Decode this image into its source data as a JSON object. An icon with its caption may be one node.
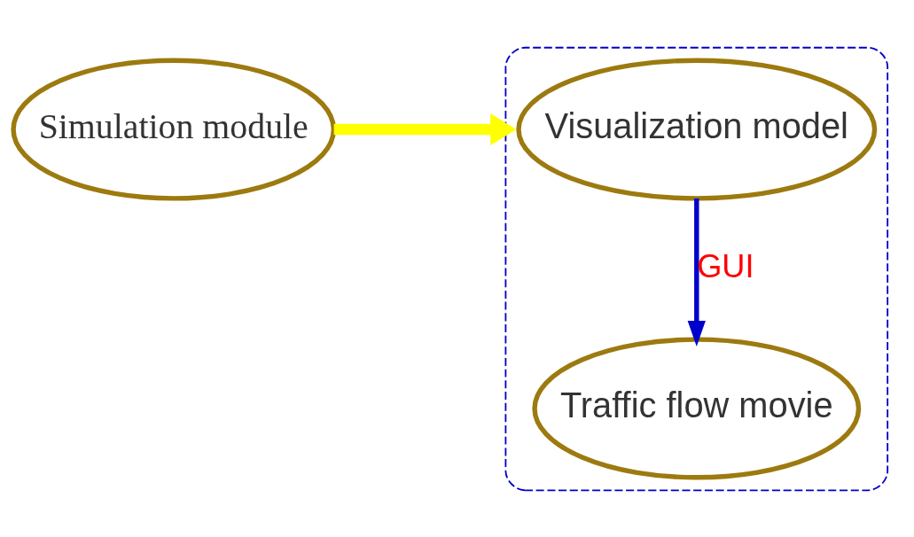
{
  "diagram": {
    "nodes": [
      {
        "text": [
          "Simulation module"
        ]
      },
      {
        "text": [],
        "shape": "box"
      },
      {
        "text": [
          "Visualization model"
        ],
        "in": 1
      },
      {
        "text": [
          "Traffic flow movie"
        ],
        "in": 1
      }
    ],
    "edges": [
      {
        "from": 0,
        "to": 1,
        "arrow": "to",
        "style": "thick",
        "color": "#ffff00"
      },
      {
        "from": 2,
        "to": 3,
        "arrow": "to",
        "label": "GUI",
        "color": "#0000cc"
      }
    ]
  }
}
